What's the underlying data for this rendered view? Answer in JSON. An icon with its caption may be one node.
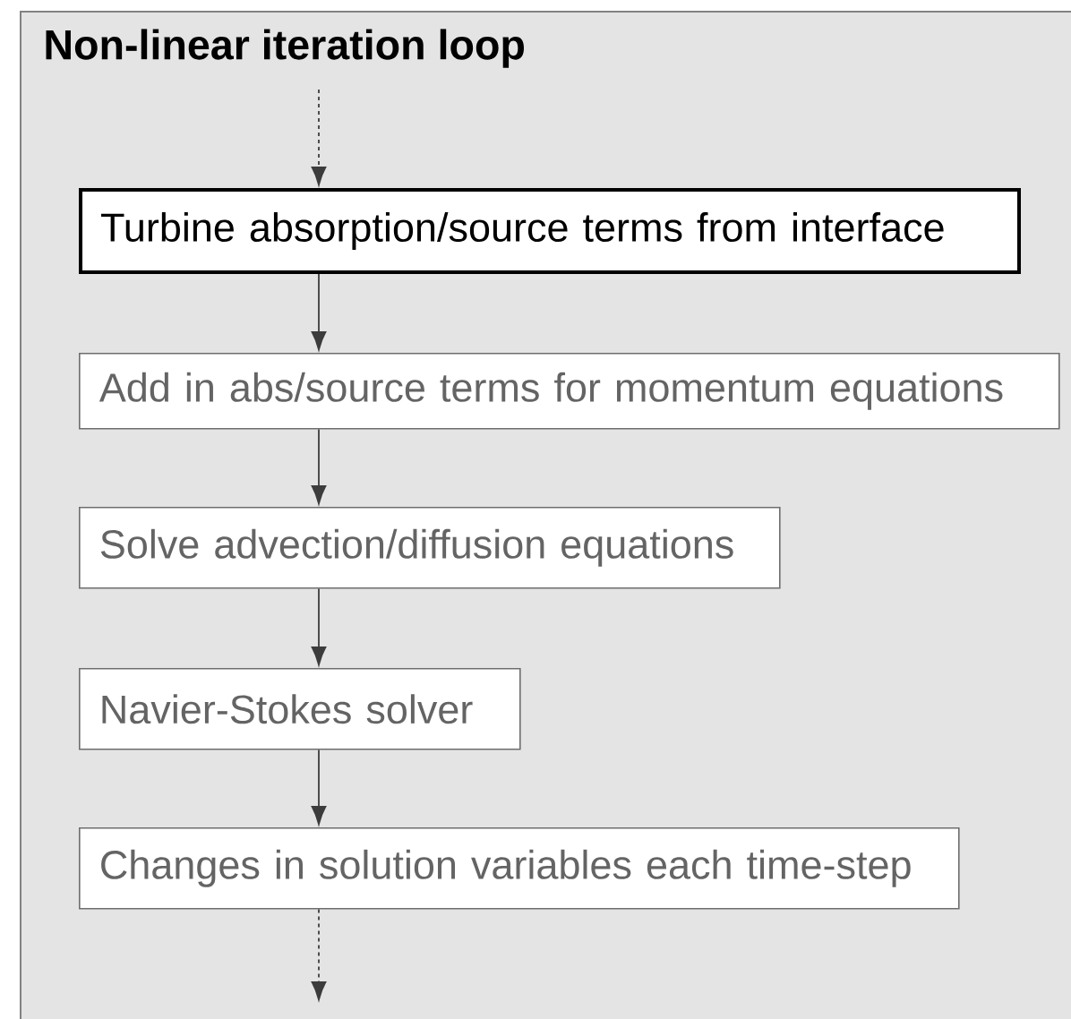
{
  "diagram": {
    "nodes": [
      {
        "text": [
          "Non-linear iteration loop"
        ]
      },
      {
        "text": [
          "Turbine absorption/source terms from interface"
        ],
        "in": 0
      },
      {
        "text": [
          "Add in abs/source terms for momentum equations"
        ],
        "in": 0
      },
      {
        "text": [
          "Solve advection/diffusion equations"
        ],
        "in": 0
      },
      {
        "text": [
          "Navier-Stokes solver"
        ],
        "in": 0
      },
      {
        "text": [
          "Changes in solution variables each time-step"
        ],
        "in": 0
      }
    ],
    "edges": [
      {
        "from": null,
        "to": 1,
        "arrow": "to",
        "style": "dashed"
      },
      {
        "from": 1,
        "to": 2,
        "arrow": "to"
      },
      {
        "from": 2,
        "to": 3,
        "arrow": "to"
      },
      {
        "from": 3,
        "to": 4,
        "arrow": "to"
      },
      {
        "from": 4,
        "to": 5,
        "arrow": "to"
      },
      {
        "from": 5,
        "to": null,
        "arrow": "to",
        "style": "dashed"
      }
    ]
  }
}
